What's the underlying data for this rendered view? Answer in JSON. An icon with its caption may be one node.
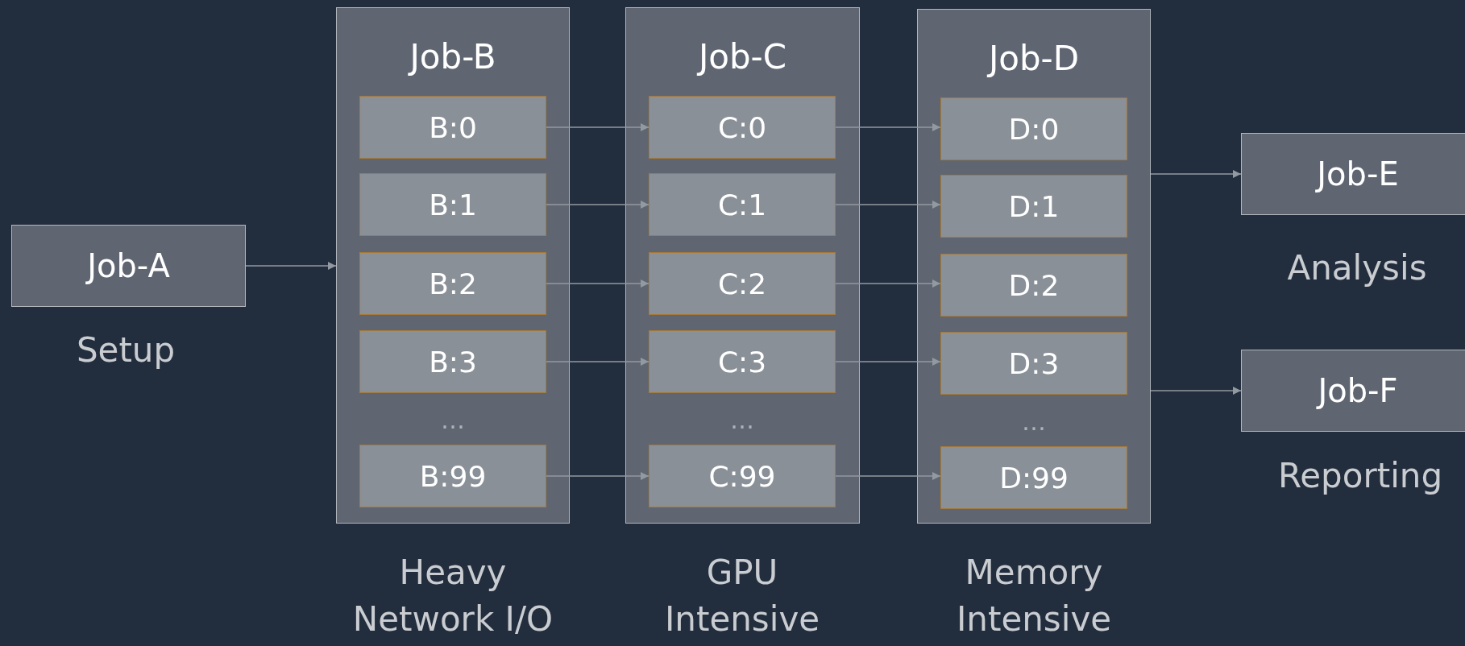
{
  "diagram": {
    "nodes": [
      {
        "text": [
          "Job-A"
        ],
        "beside": [
          "Setup"
        ]
      },
      {
        "text": [
          "Job-B"
        ],
        "beside": [
          "Heavy Network I/O"
        ]
      },
      {
        "text": [
          "B:0"
        ],
        "in": 1
      },
      {
        "text": [
          "B:1"
        ],
        "in": 1
      },
      {
        "text": [
          "B:2"
        ],
        "in": 1
      },
      {
        "text": [
          "B:3"
        ],
        "in": 1
      },
      {
        "text": [
          "B:99"
        ],
        "in": 1
      },
      {
        "text": [
          "Job-C"
        ],
        "beside": [
          "GPU Intensive"
        ]
      },
      {
        "text": [
          "C:0"
        ],
        "in": 7
      },
      {
        "text": [
          "C:1"
        ],
        "in": 7
      },
      {
        "text": [
          "C:2"
        ],
        "in": 7
      },
      {
        "text": [
          "C:3"
        ],
        "in": 7
      },
      {
        "text": [
          "C:99"
        ],
        "in": 7
      },
      {
        "text": [
          "Job-D"
        ],
        "beside": [
          "Memory Intensive"
        ]
      },
      {
        "text": [
          "D:0"
        ],
        "in": 13
      },
      {
        "text": [
          "D:1"
        ],
        "in": 13
      },
      {
        "text": [
          "D:2"
        ],
        "in": 13
      },
      {
        "text": [
          "D:3"
        ],
        "in": 13
      },
      {
        "text": [
          "D:99"
        ],
        "in": 13
      },
      {
        "text": [
          "Job-E"
        ],
        "beside": [
          "Analysis"
        ]
      },
      {
        "text": [
          "Job-F"
        ],
        "beside": [
          "Reporting"
        ]
      }
    ],
    "edges": [
      {
        "from": 0,
        "to": 1,
        "arrow": "to"
      },
      {
        "from": 2,
        "to": 8,
        "arrow": "to"
      },
      {
        "from": 3,
        "to": 9,
        "arrow": "to"
      },
      {
        "from": 4,
        "to": 10,
        "arrow": "to"
      },
      {
        "from": 5,
        "to": 11,
        "arrow": "to"
      },
      {
        "from": 6,
        "to": 12,
        "arrow": "to"
      },
      {
        "from": 8,
        "to": 14,
        "arrow": "to"
      },
      {
        "from": 9,
        "to": 15,
        "arrow": "to"
      },
      {
        "from": 10,
        "to": 16,
        "arrow": "to"
      },
      {
        "from": 11,
        "to": 17,
        "arrow": "to"
      },
      {
        "from": 12,
        "to": 18,
        "arrow": "to"
      },
      {
        "from": 13,
        "to": 19,
        "arrow": "to"
      },
      {
        "from": 13,
        "to": 20,
        "arrow": "to"
      }
    ],
    "labels": [
      "…",
      "…",
      "…"
    ]
  }
}
